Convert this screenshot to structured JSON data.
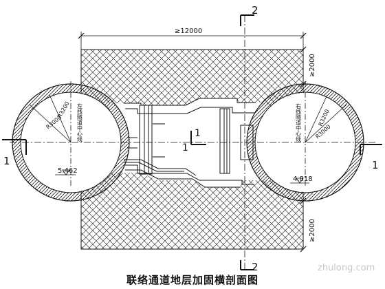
{
  "drawing": {
    "caption": "联络通道地层加固横剖面图",
    "watermark": "zhulong.com",
    "section_marks": {
      "top": "2",
      "bottom": "2",
      "left": "1",
      "right": "1",
      "center": "1"
    },
    "dimensions": {
      "total_width": "≥12000",
      "top_extension": "≥2000",
      "bottom_extension": "≥2000",
      "radius_outer_left": "R3200",
      "radius_inner_left": "R3000",
      "radius_outer_right": "R3200",
      "radius_inner_right": "R3000"
    },
    "elevations": {
      "left": "5.462",
      "right": "4.818"
    },
    "tunnel_labels": {
      "left": "左线隧道中心线",
      "right": "右线隧道中心线"
    }
  }
}
